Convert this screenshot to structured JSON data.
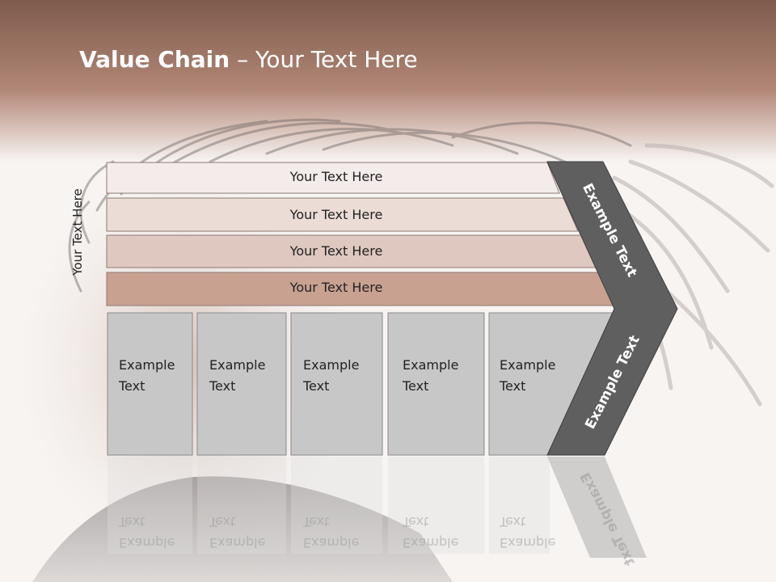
{
  "slide": {
    "title_bold": "Value Chain",
    "title_rest": " – Your Text Here",
    "side_label": "Your Text Here"
  },
  "bands": [
    {
      "label": "Your Text Here"
    },
    {
      "label": "Your Text Here"
    },
    {
      "label": "Your Text Here"
    },
    {
      "label": "Your Text Here"
    }
  ],
  "boxes": [
    {
      "line1": "Example",
      "line2": "Text"
    },
    {
      "line1": "Example",
      "line2": "Text"
    },
    {
      "line1": "Example",
      "line2": "Text"
    },
    {
      "line1": "Example",
      "line2": "Text"
    },
    {
      "line1": "Example",
      "line2": "Text"
    }
  ],
  "chevron": {
    "upper_label": "Example Text",
    "lower_label": "Example Text"
  },
  "colors": {
    "header_band": "#9a6f5f",
    "band_1": "#f4eceb",
    "band_2": "#ecdcd6",
    "band_3": "#dfc8bf",
    "band_4": "#c9a191",
    "box_fill": "#c7c7c7",
    "chevron_fill": "#5f5f5f"
  }
}
